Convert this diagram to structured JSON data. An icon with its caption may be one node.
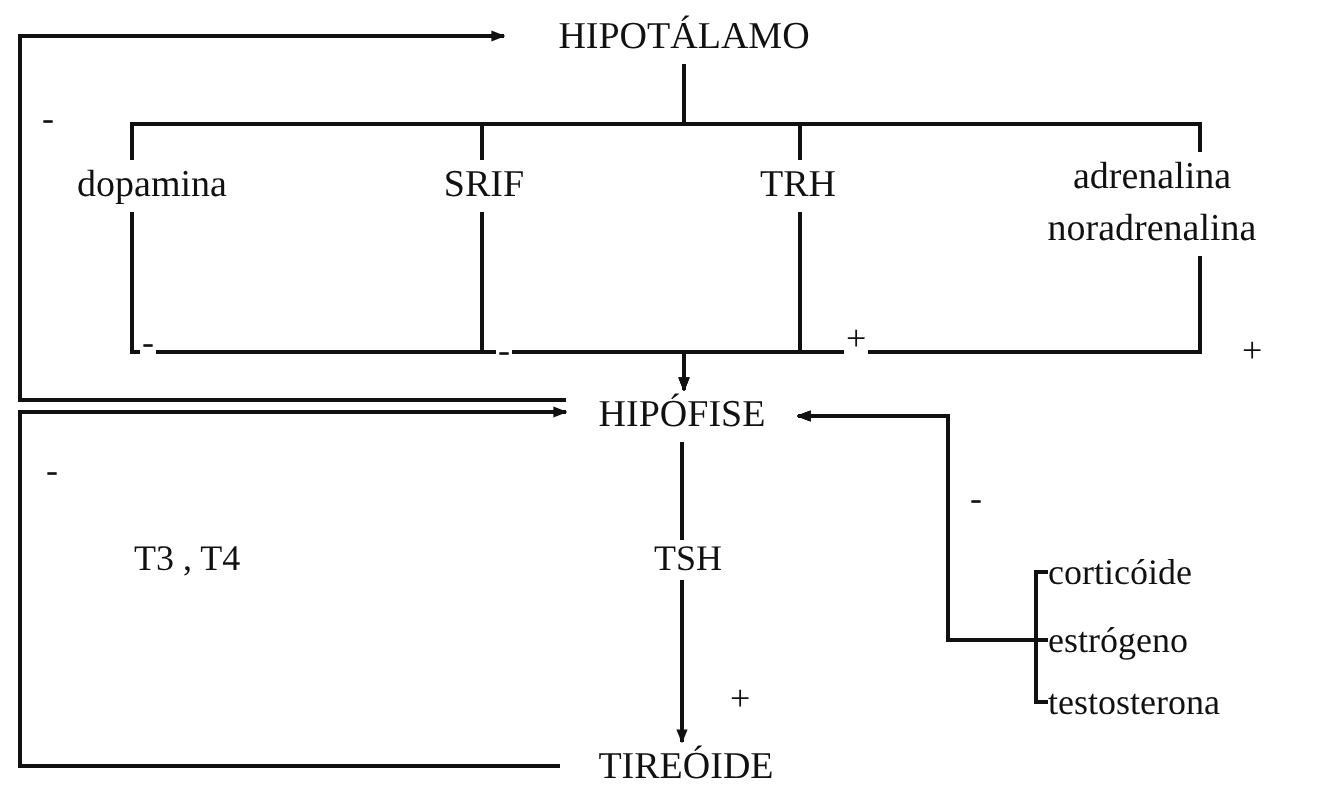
{
  "diagram": {
    "nodes": [
      {
        "text": [
          "HIPOTÁLAMO"
        ]
      },
      {
        "text": [
          "dopamina"
        ]
      },
      {
        "text": [
          "SRIF"
        ]
      },
      {
        "text": [
          "TRH"
        ]
      },
      {
        "text": [
          "adrenalina noradrenalina"
        ]
      },
      {
        "text": [
          "HIPÓFISE"
        ]
      },
      {
        "text": [
          "TIREÓIDE"
        ]
      },
      {
        "text": [
          "corticóide"
        ]
      },
      {
        "text": [
          "estrógeno"
        ]
      },
      {
        "text": [
          "testosterona"
        ]
      }
    ],
    "edges": [
      {
        "from": 0,
        "to": 1,
        "arrow": "none"
      },
      {
        "from": 0,
        "to": 2,
        "arrow": "none"
      },
      {
        "from": 0,
        "to": 3,
        "arrow": "none"
      },
      {
        "from": 0,
        "to": 4,
        "arrow": "none"
      },
      {
        "from": 1,
        "to": 5,
        "arrow": "to",
        "label": "-"
      },
      {
        "from": 2,
        "to": 5,
        "arrow": "to",
        "label": "-"
      },
      {
        "from": 3,
        "to": 5,
        "arrow": "to",
        "label": "+"
      },
      {
        "from": 4,
        "to": 5,
        "arrow": "to",
        "label": "+"
      },
      {
        "from": 5,
        "to": 0,
        "arrow": "to",
        "label": "-"
      },
      {
        "from": 6,
        "to": 5,
        "arrow": "to",
        "label": "T3 , T4"
      },
      {
        "from": 5,
        "to": 6,
        "arrow": "to",
        "label": "TSH"
      },
      {
        "from": 7,
        "to": 5,
        "arrow": "to"
      },
      {
        "from": 8,
        "to": 5,
        "arrow": "to",
        "label": "-"
      },
      {
        "from": 9,
        "to": 5,
        "arrow": "to"
      }
    ],
    "labels": [
      "-",
      "+"
    ]
  }
}
